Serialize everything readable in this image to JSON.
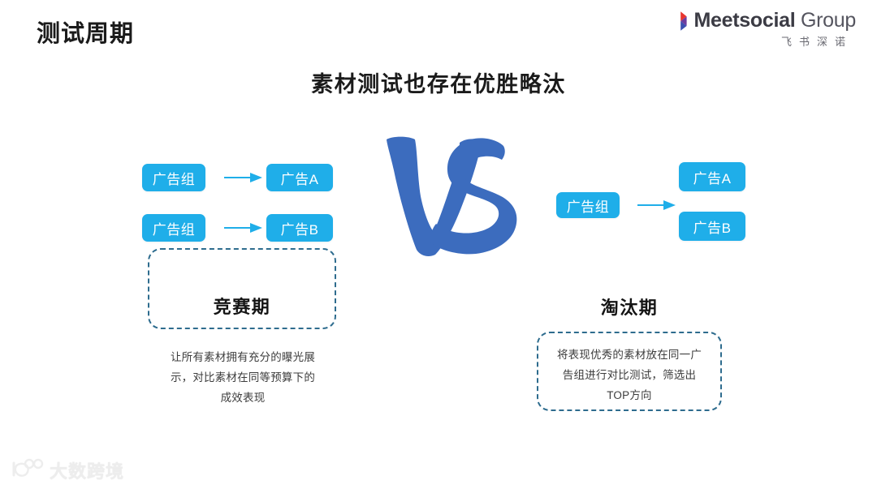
{
  "slide": {
    "title": "测试周期",
    "heading": "素材测试也存在优胜略汰",
    "center_graphic": "VS",
    "background_color": "#ffffff"
  },
  "brand": {
    "name_bold": "Meetsocial",
    "name_light": " Group",
    "chinese": "飞书深诺",
    "mark_colors": [
      "#E8352E",
      "#3B4FB0"
    ]
  },
  "left_flow": {
    "rows": [
      {
        "source": "广告组",
        "arrow": "right-arrow",
        "target": "广告A"
      },
      {
        "source": "广告组",
        "arrow": "right-arrow",
        "target": "广告B"
      }
    ],
    "phase_label": "竞赛期",
    "phase_description": "让所有素材拥有充分的曝光展示，对比素材在同等预算下的成效表现",
    "phase_description_lines": [
      "让所有素材拥有充分的曝光展",
      "示，对比素材在同等预算下的",
      "成效表现"
    ]
  },
  "right_flow": {
    "source": "广告组",
    "arrow": "right-arrow",
    "targets": [
      "广告A",
      "广告B"
    ],
    "phase_label": "淘汰期",
    "phase_description": "将表现优秀的素材放在同一广告组进行对比测试，筛选出TOP方向",
    "phase_description_lines": [
      "将表现优秀的素材放在同一广",
      "告组进行对比测试，筛选出",
      "TOP方向"
    ]
  },
  "colors": {
    "chip_blue": "#1FAEE9",
    "dashed_border": "#2E6C8E",
    "vs_blue": "#3C6CBE",
    "title_black": "#1b1b1b",
    "watermark_gray": "#ededed"
  },
  "watermark": {
    "text": "大数跨境",
    "icon": "panda-logo-icon"
  }
}
